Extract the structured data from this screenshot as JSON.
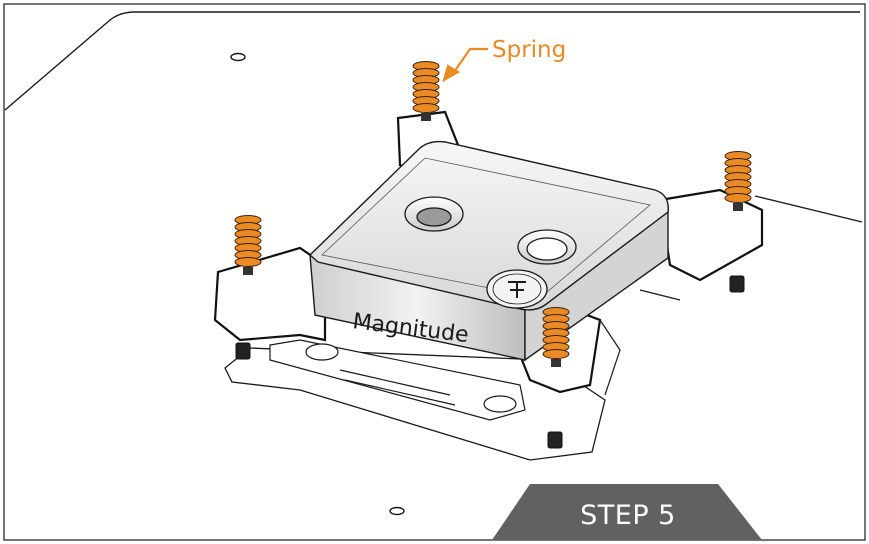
{
  "callout": {
    "label": "Spring",
    "color": "#e98a25"
  },
  "product": {
    "brand": "Magnitude"
  },
  "step_badge": {
    "label": "STEP 5",
    "background": "#616161"
  },
  "colors": {
    "spring": "#e98a25",
    "outline": "#1a1a1a",
    "frame": "#111111"
  }
}
